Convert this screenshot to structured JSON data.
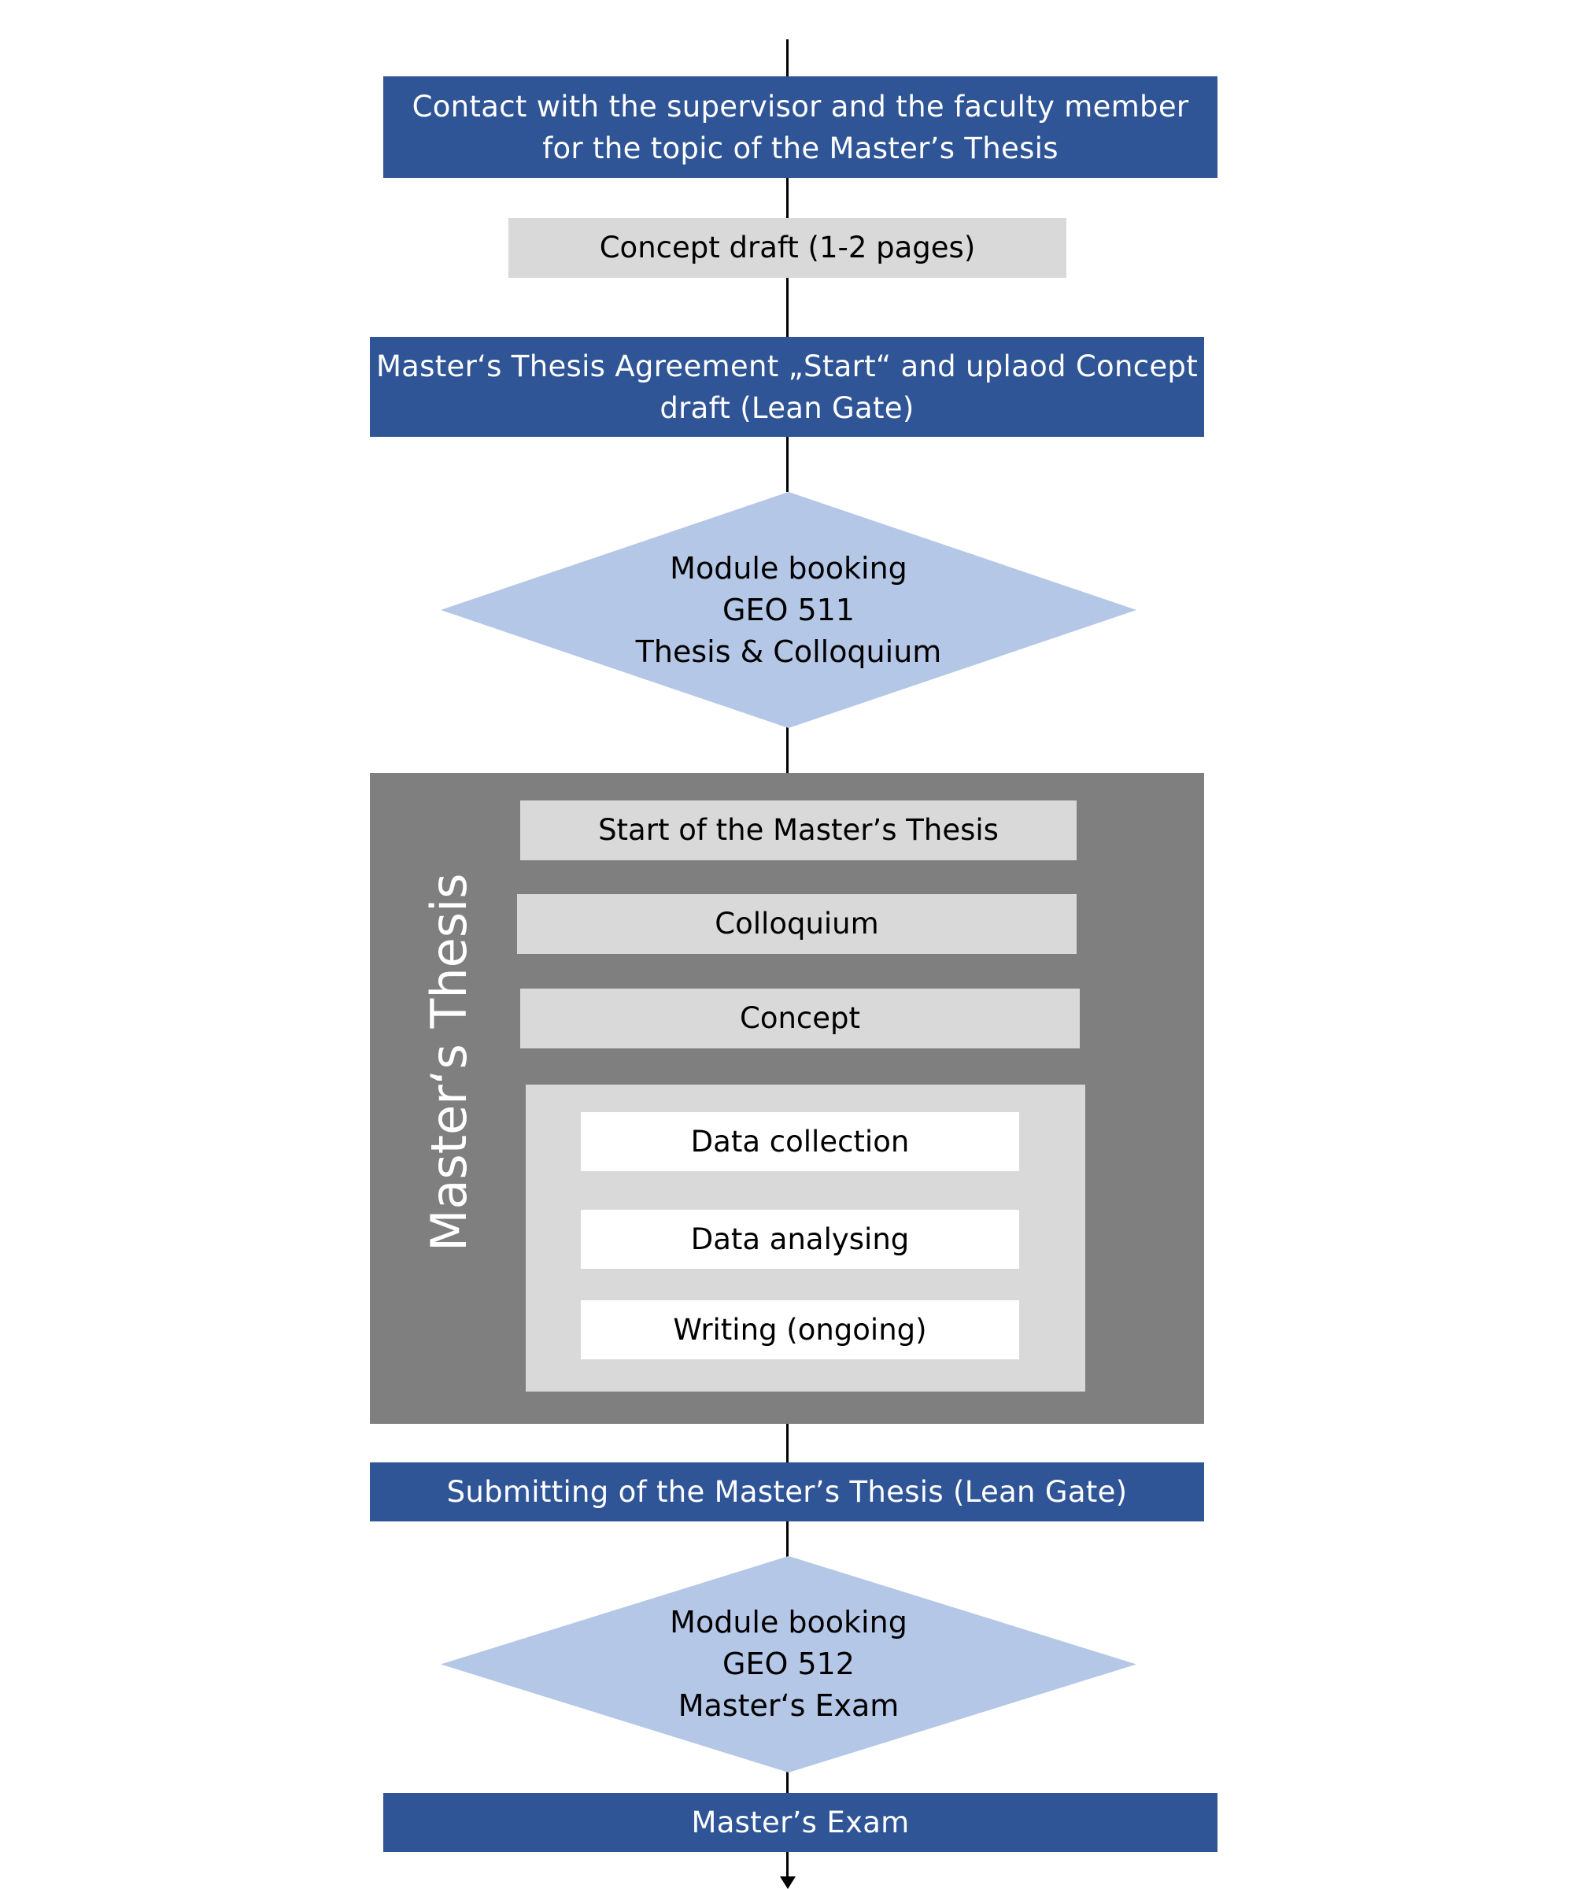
{
  "flow": {
    "step_contact": {
      "line1": "Contact with the supervisor and the faculty member",
      "line2": "for the topic of the Master’s Thesis"
    },
    "step_concept_draft": "Concept draft (1-2 pages)",
    "step_agreement": {
      "line1": "Master‘s Thesis Agreement „Start“ and uplaod Concept",
      "line2": "draft (Lean Gate)"
    },
    "decision_geo511": {
      "line1": "Module booking",
      "line2": "GEO 511",
      "line3": "Thesis & Colloquium"
    },
    "thesis_block": {
      "label": "Master‘s Thesis",
      "start": "Start of the Master’s Thesis",
      "colloquium": "Colloquium",
      "concept": "Concept",
      "tasks": [
        "Data collection",
        "Data analysing",
        "Writing (ongoing)"
      ]
    },
    "step_submitting": "Submitting of the Master’s Thesis (Lean Gate)",
    "decision_geo512": {
      "line1": "Module booking",
      "line2": "GEO 512",
      "line3": "Master‘s Exam"
    },
    "step_exam": "Master’s Exam"
  },
  "colors": {
    "dark_blue": "#2f5597",
    "light_blue": "#b4c7e7",
    "light_grey": "#d9d9d9",
    "mid_grey": "#7f7f7f"
  }
}
